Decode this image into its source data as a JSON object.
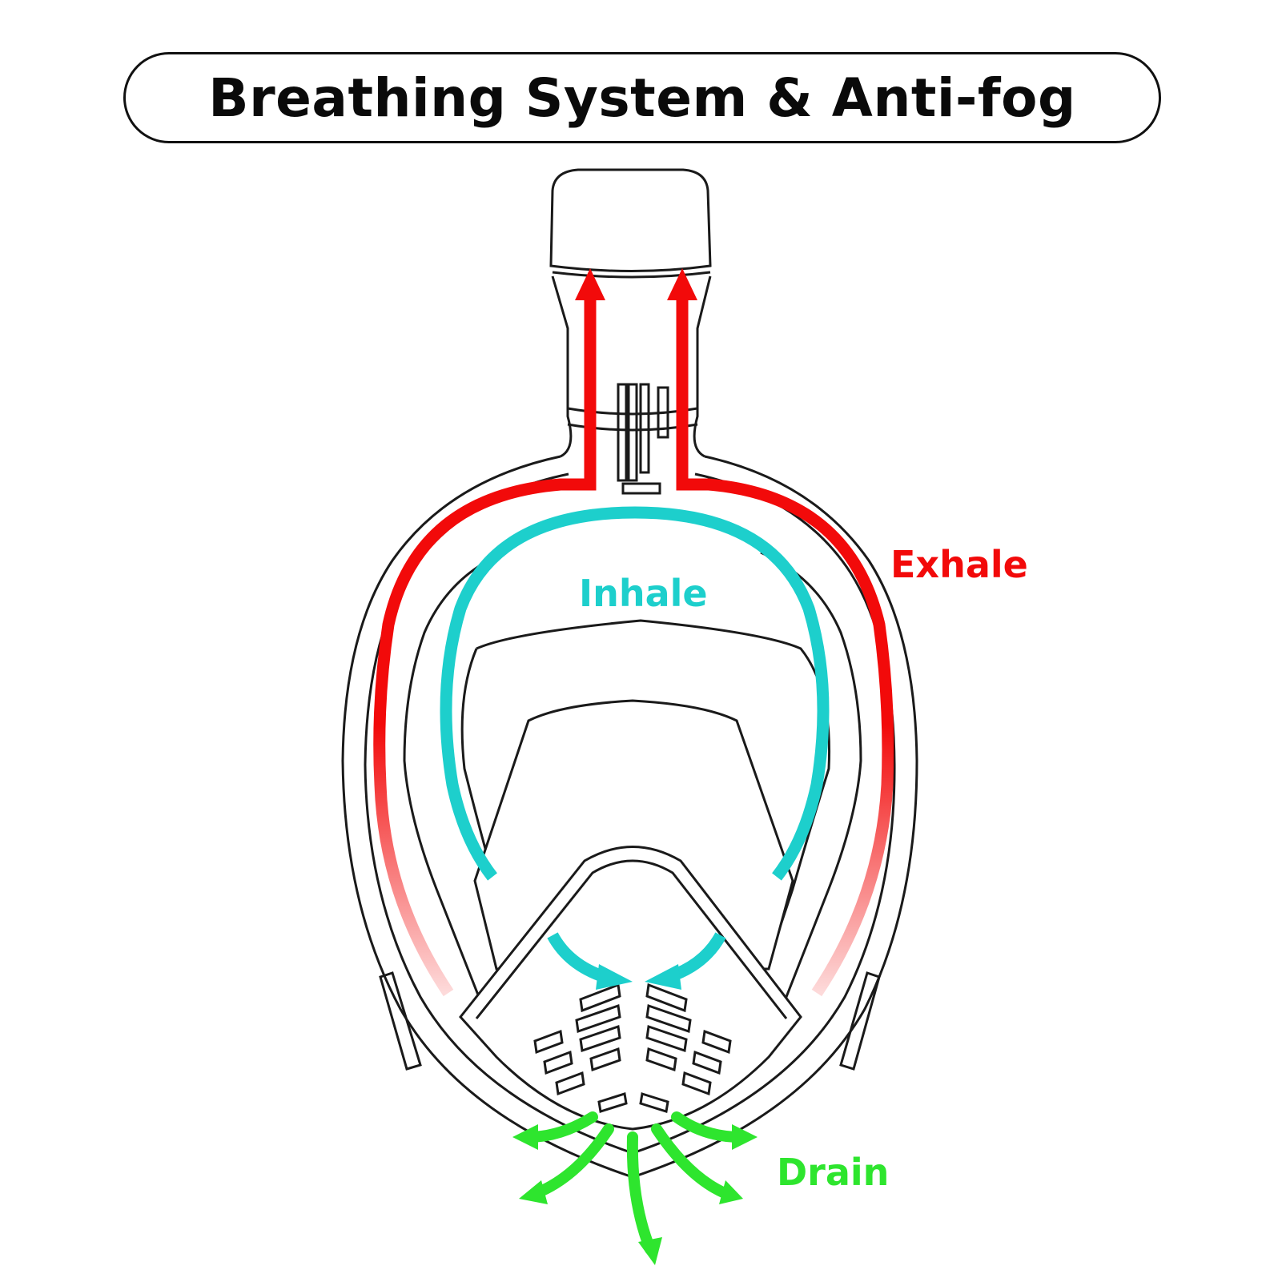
{
  "title": "Breathing System & Anti-fog",
  "labels": {
    "exhale": "Exhale",
    "inhale": "Inhale",
    "drain": "Drain"
  },
  "colors": {
    "exhale": "#f20a0a",
    "inhale": "#1dcfcc",
    "drain": "#2ee52e",
    "outline": "#1a1a1a"
  },
  "icons": [
    "snorkel-tube-icon",
    "full-face-mask-icon",
    "air-flow-arrow-icon",
    "drain-arrow-icon"
  ]
}
